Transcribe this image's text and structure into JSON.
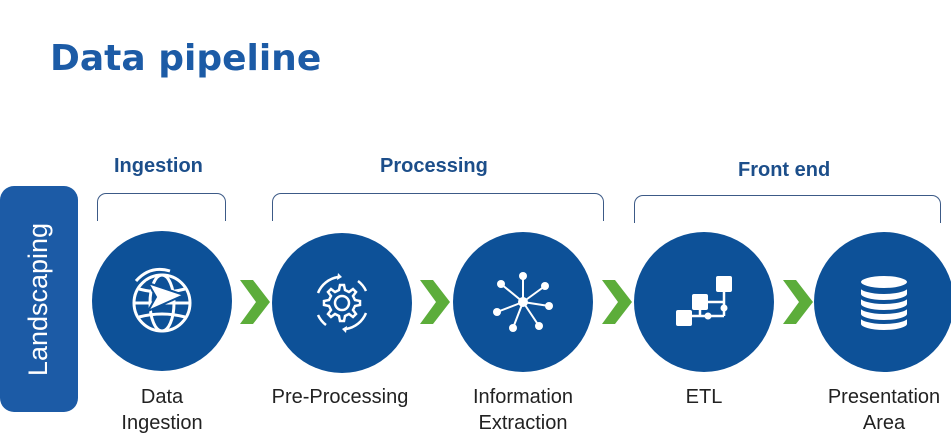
{
  "title": "Data pipeline",
  "side_label": "Landscaping",
  "groups": [
    {
      "label": "Ingestion"
    },
    {
      "label": "Processing"
    },
    {
      "label": "Front end"
    }
  ],
  "steps": [
    {
      "label_line1": "Data",
      "label_line2": "Ingestion",
      "icon": "globe-arrow-icon"
    },
    {
      "label_line1": "Pre-Processing",
      "label_line2": "",
      "icon": "gear-cycle-icon"
    },
    {
      "label_line1": "Information",
      "label_line2": "Extraction",
      "icon": "network-star-icon"
    },
    {
      "label_line1": "ETL",
      "label_line2": "",
      "icon": "flow-blocks-icon"
    },
    {
      "label_line1": "Presentation",
      "label_line2": "Area",
      "icon": "database-icon"
    }
  ],
  "colors": {
    "primary_blue": "#0d5198",
    "title_blue": "#1c5ba6",
    "arrow_green": "#5cad3a",
    "white": "#ffffff"
  }
}
